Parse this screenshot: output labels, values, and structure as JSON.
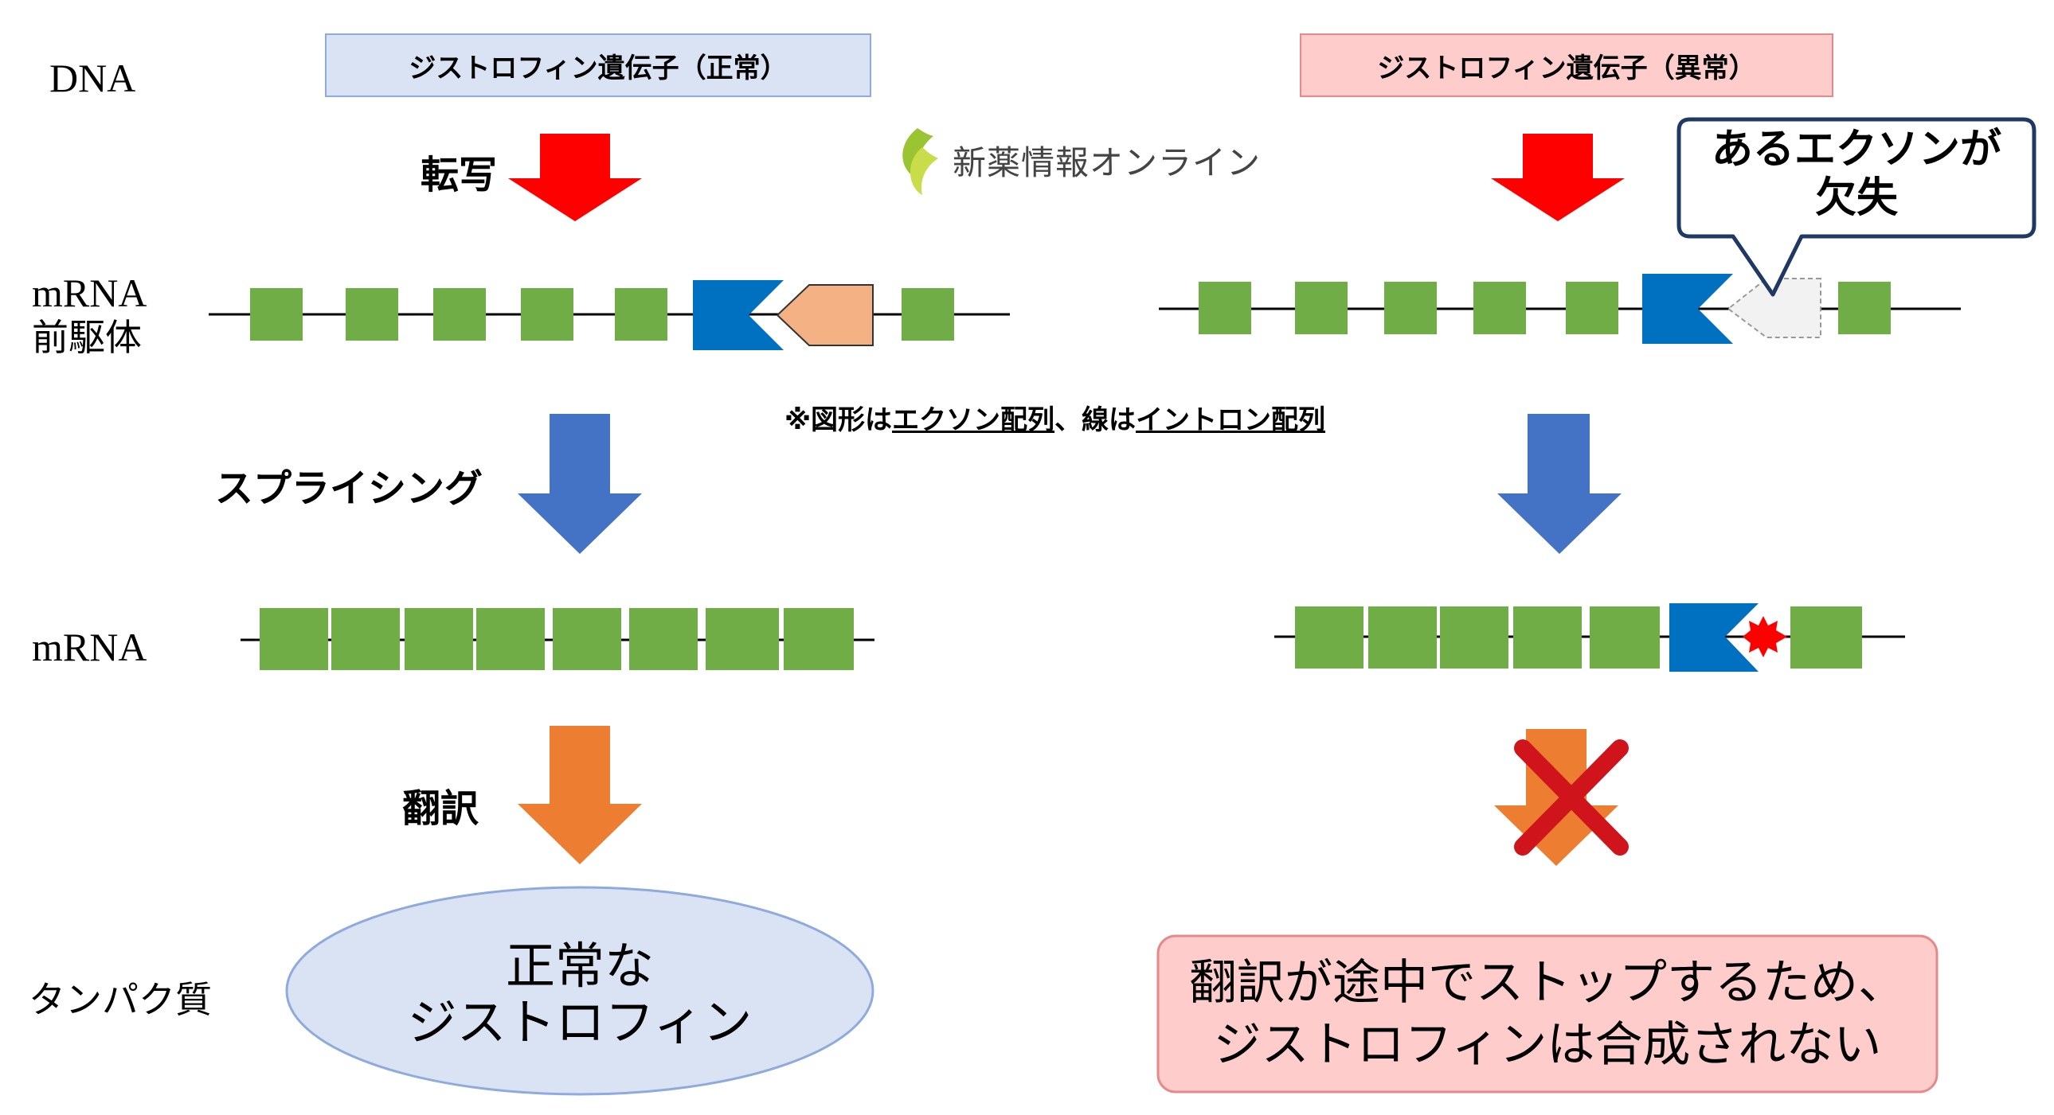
{
  "row_labels": {
    "dna": "DNA",
    "pre_mrna_line1": "mRNA",
    "pre_mrna_line2": "前駆体",
    "mrna": "mRNA",
    "protein": "タンパク質"
  },
  "normal": {
    "gene_title": "ジストロフィン遺伝子（正常）",
    "protein_line1": "正常な",
    "protein_line2": "ジストロフィン"
  },
  "abnormal": {
    "gene_title": "ジストロフィン遺伝子（異常）",
    "callout_line1": "あるエクソンが",
    "callout_line2": "欠失",
    "result_line1": "翻訳が途中でストップするため、",
    "result_line2": "ジストロフィンは合成されない"
  },
  "steps": {
    "transcription": "転写",
    "splicing": "スプライシング",
    "translation": "翻訳"
  },
  "note": {
    "prefix": "※図形は",
    "exon": "エクソン配列",
    "middle": "、線は",
    "intron": "イントロン配列"
  },
  "logo": {
    "text": "新薬情報オンライン",
    "icon": "leaf-icon"
  },
  "colors": {
    "exon_green": "#70AD47",
    "special_exon_blue": "#0070C0",
    "special_exon_salmon": "#F4B183",
    "deleted_exon_gray": "#F2F2F2",
    "transcription_arrow_red": "#FF0000",
    "splicing_arrow_blue": "#4472C4",
    "translation_arrow_orange": "#ED7D31",
    "cross_red": "#D0141B",
    "normal_box_bg": "#DAE3F3",
    "abnormal_box_bg": "#FFCCCC",
    "callout_border": "#1F3864"
  }
}
